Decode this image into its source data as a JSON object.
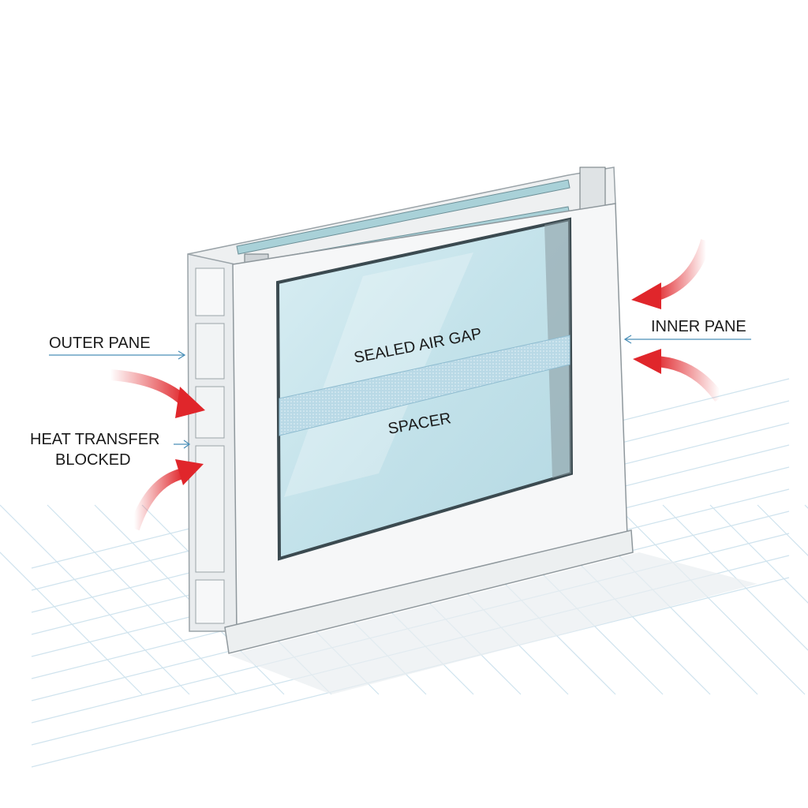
{
  "labels": {
    "outer_pane": "OUTER PANE",
    "heat_transfer_line1": "HEAT TRANSFER",
    "heat_transfer_line2": "BLOCKED",
    "inner_pane": "INNER PANE",
    "sealed_air_gap": "SEALED AIR GAP",
    "spacer": "SPACER"
  },
  "colors": {
    "arrow_red": "#e0262b",
    "leader_blue": "#4a8fb8",
    "glass": "#cfe7ee",
    "frame": "#f4f5f6",
    "grid": "#cfe3ee"
  }
}
